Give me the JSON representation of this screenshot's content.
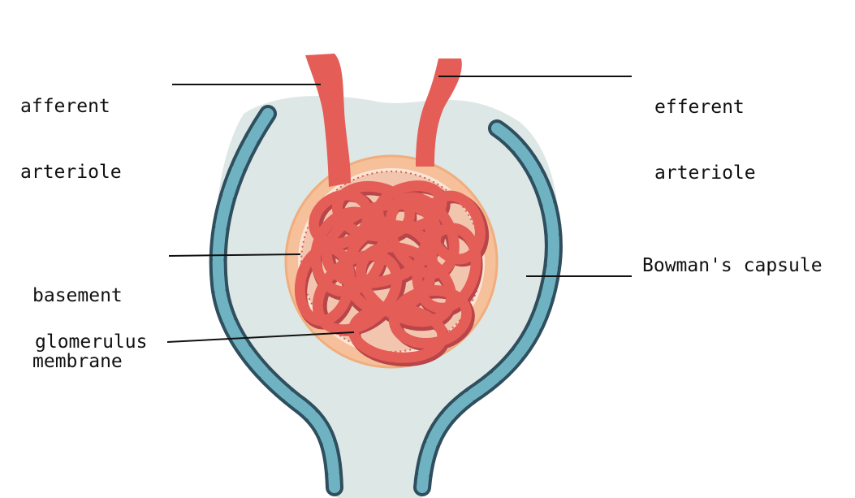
{
  "labels": {
    "afferent_line1": "afferent",
    "afferent_line2": "arteriole",
    "efferent_line1": "efferent",
    "efferent_line2": "arteriole",
    "basement_line1": "basement",
    "basement_line2": "membrane",
    "glomerulus": "glomerulus",
    "bowmans_capsule": "Bowman's capsule"
  },
  "colors": {
    "capsule_fill": "#dde8e6",
    "capsule_wall": "#2f4e5e",
    "capsule_cells": "#6fb3c2",
    "vessel": "#e45d57",
    "vessel_shadow": "#b8454a",
    "basement_ring": "#f6c09a",
    "basement_inner": "#f2c6ae",
    "leader_line": "#111111"
  }
}
